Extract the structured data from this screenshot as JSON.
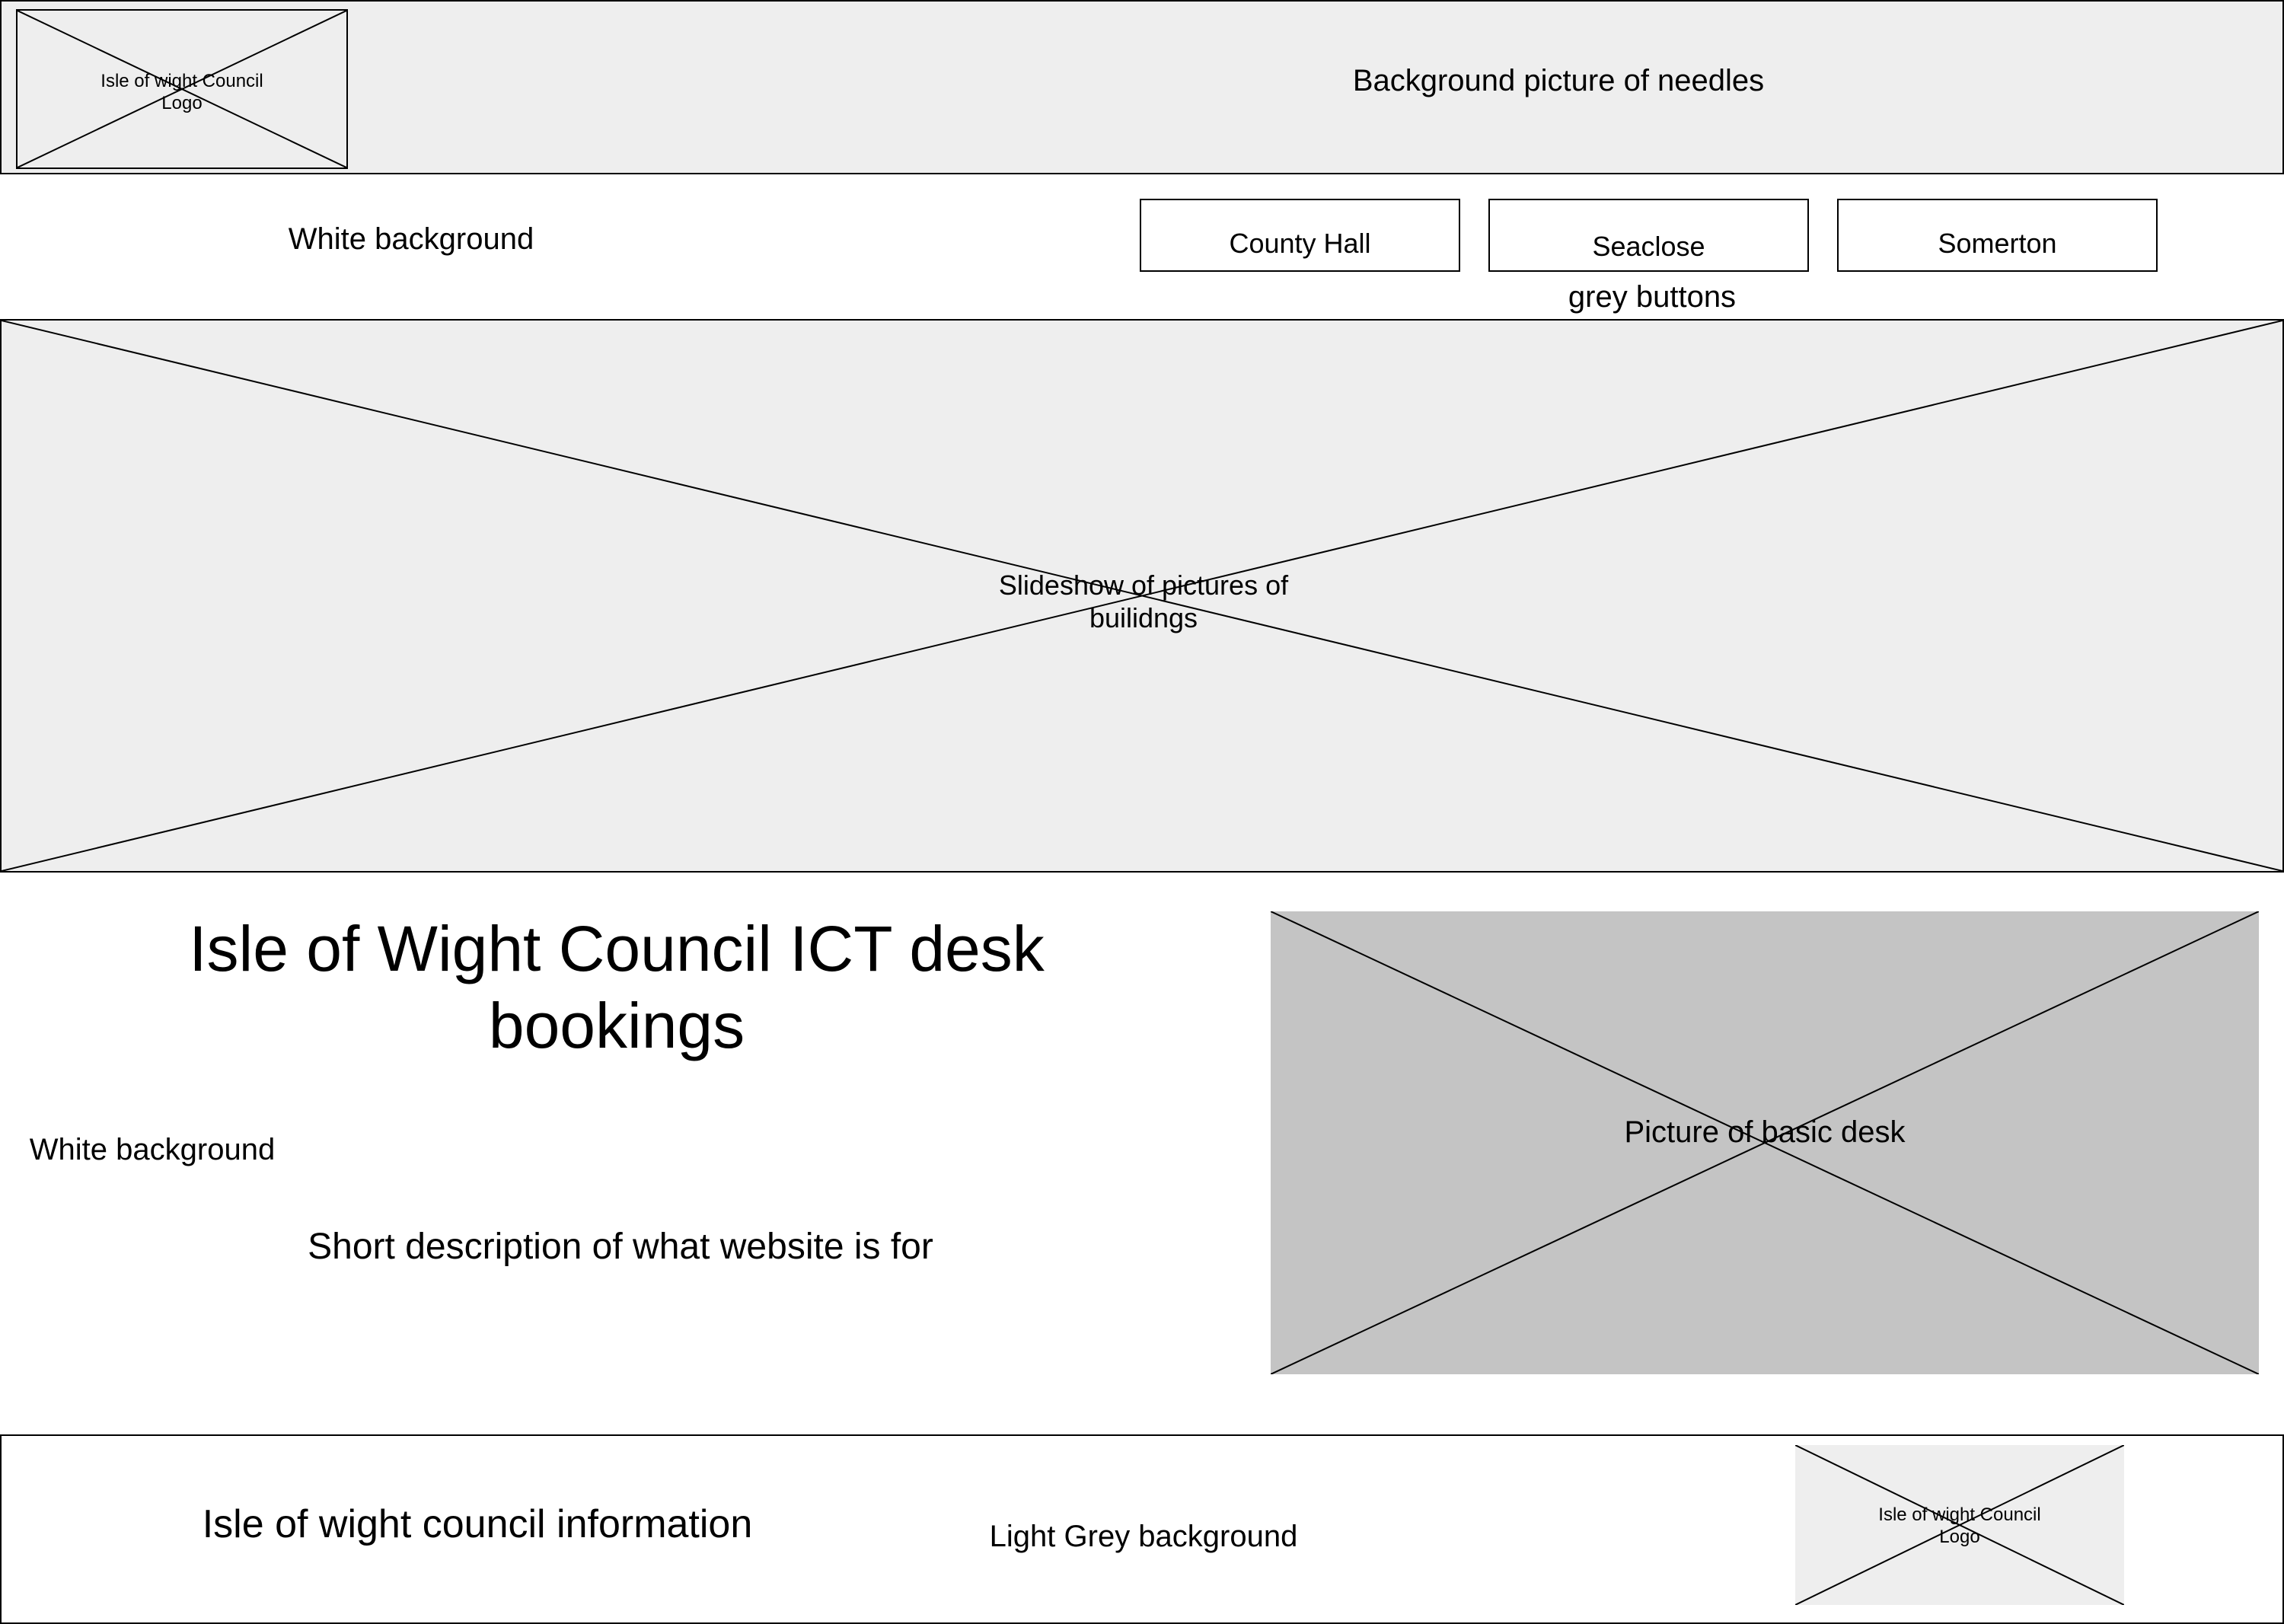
{
  "header": {
    "logo_label": "Isle of wight Council\nLogo",
    "background_note": "Background picture of needles"
  },
  "nav": {
    "background_note": "White background",
    "buttons": [
      "County Hall",
      "Seaclose",
      "Somerton"
    ],
    "buttons_note": "grey buttons"
  },
  "slideshow": {
    "label": "Slideshow of pictures of\nbuilidngs"
  },
  "main": {
    "title": "Isle of Wight Council ICT desk\nbookings",
    "background_note": "White background",
    "description": "Short description of what website is for",
    "image_label": "Picture of basic desk"
  },
  "footer": {
    "info": "Isle of wight council information",
    "background_note": "Light Grey background",
    "logo_label": "Isle of wight Council\nLogo"
  },
  "colors": {
    "header_bg": "#eeeeee",
    "slideshow_bg": "#eeeeee",
    "desk_image_bg": "#c4c4c4",
    "footer_logo_bg": "#eeeeee",
    "border": "#000000"
  },
  "icons": {
    "placeholder": "x-placeholder-icon"
  }
}
